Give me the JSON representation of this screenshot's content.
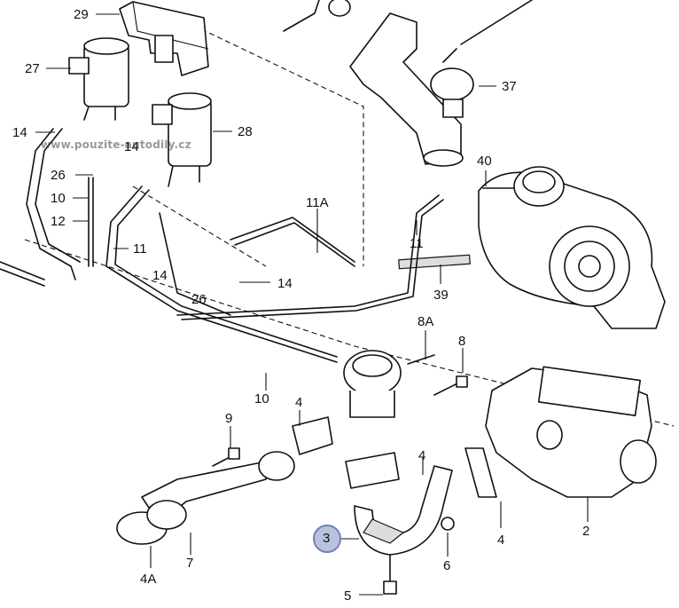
{
  "watermark": "www.pouzite-autodily.cz",
  "callouts": {
    "c29": "29",
    "c27": "27",
    "c28": "28",
    "c14a": "14",
    "c14b": "14",
    "c14c": "14",
    "c14d": "14",
    "c26a": "26",
    "c26b": "26",
    "c10a": "10",
    "c10b": "10",
    "c12": "12",
    "c11a": "11",
    "c11b": "11",
    "c11A": "11A",
    "c37": "37",
    "c40": "40",
    "c39": "39",
    "c8A": "8A",
    "c8": "8",
    "c9": "9",
    "c4a": "4",
    "c4b": "4",
    "c4c": "4",
    "c4A": "4A",
    "c7": "7",
    "c3": "3",
    "c6": "6",
    "c5": "5",
    "c2": "2"
  },
  "highlighted_part": "3"
}
